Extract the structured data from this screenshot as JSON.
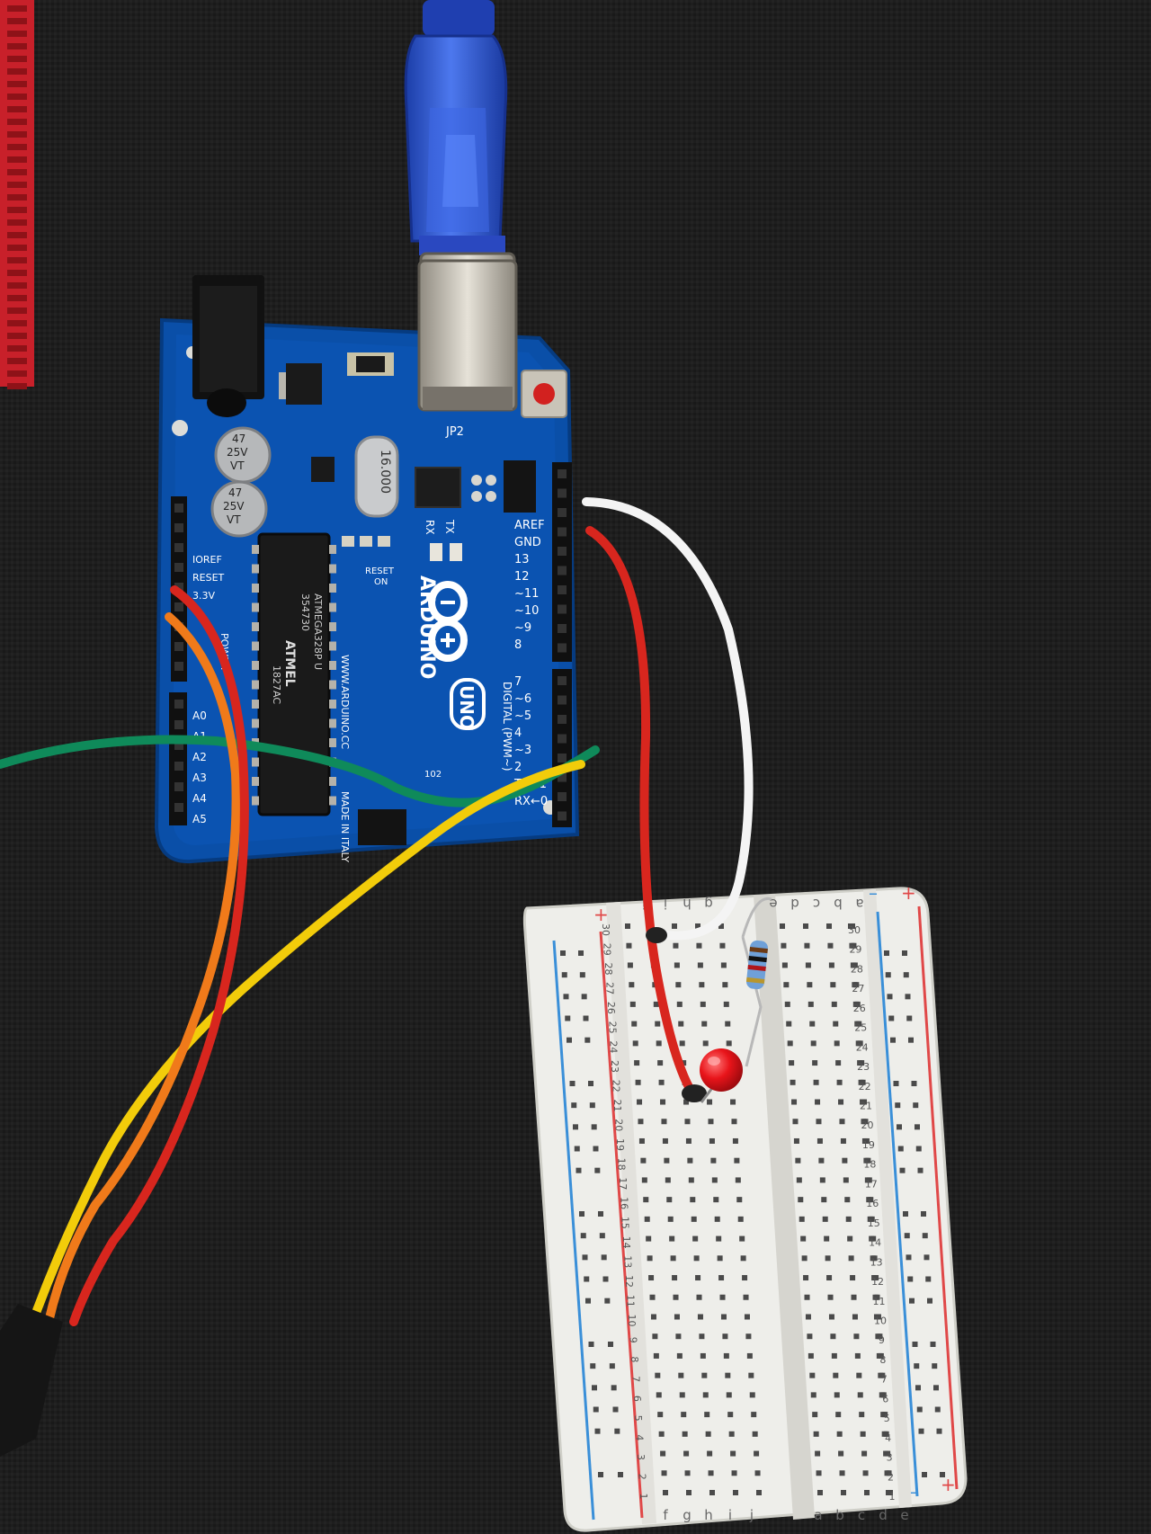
{
  "colors": {
    "background_fabric": "#1e1e1e",
    "zipper_red": "#c8202a",
    "board_blue": "#0a4fa8",
    "board_dark_blue": "#063b80",
    "usb_cable_blue": "#2a56d8",
    "breadboard_white": "#eeeeea",
    "rail_red": "#e04848",
    "rail_blue": "#3a8fd8",
    "wire_red": "#d8261e",
    "wire_orange": "#f07a1a",
    "wire_yellow": "#f2cc0a",
    "wire_green": "#0f8a5a",
    "wire_white": "#f4f4f4",
    "led_red": "#e8141a"
  },
  "board": {
    "logo_brand": "ARDUINO",
    "logo_model": "UNO",
    "crystal_label": "16.000",
    "jumper_label": "JP2",
    "rx_label": "RX",
    "tx_label": "TX",
    "reset_label": "RESET",
    "on_label": "ON",
    "digital_label": "DIGITAL (PWM~)",
    "power_label": "POWER",
    "made_in": "MADE IN ITALY",
    "website": "WWW.ARDUINO.CC",
    "chip_brand": "ATMEL",
    "chip_lines": [
      "354730",
      "ATMEGA328P U",
      "1827AC"
    ],
    "capacitor_lines": [
      "47",
      "25V",
      "VT"
    ],
    "left_header_labels": [
      "IOREF",
      "RESET",
      "3.3V"
    ],
    "analog_labels": [
      "A0",
      "A1",
      "A2",
      "A3",
      "A4",
      "A5"
    ],
    "digital_header_labels": [
      "AREF",
      "GND",
      "13",
      "12",
      "~11",
      "~10",
      "~9",
      "8",
      "7",
      "~6",
      "~5",
      "4",
      "~3",
      "2",
      "TX→1",
      "RX←0"
    ],
    "smd_label": "102"
  },
  "breadboard": {
    "column_letters_top": [
      "j",
      "i",
      "h",
      "g",
      "f",
      "e",
      "d",
      "c",
      "b",
      "a"
    ],
    "column_letters_bottom": [
      "a",
      "b",
      "c",
      "d",
      "e",
      "j",
      "i",
      "h",
      "g",
      "f"
    ],
    "row_numbers": [
      "30",
      "29",
      "28",
      "27",
      "26",
      "25",
      "24",
      "23",
      "22",
      "21",
      "20",
      "19",
      "18",
      "17",
      "16",
      "15",
      "14",
      "13",
      "12",
      "11",
      "10",
      "9",
      "8",
      "7",
      "6",
      "5",
      "4",
      "3",
      "2",
      "1"
    ],
    "plus_sign": "+",
    "minus_sign": "–"
  }
}
